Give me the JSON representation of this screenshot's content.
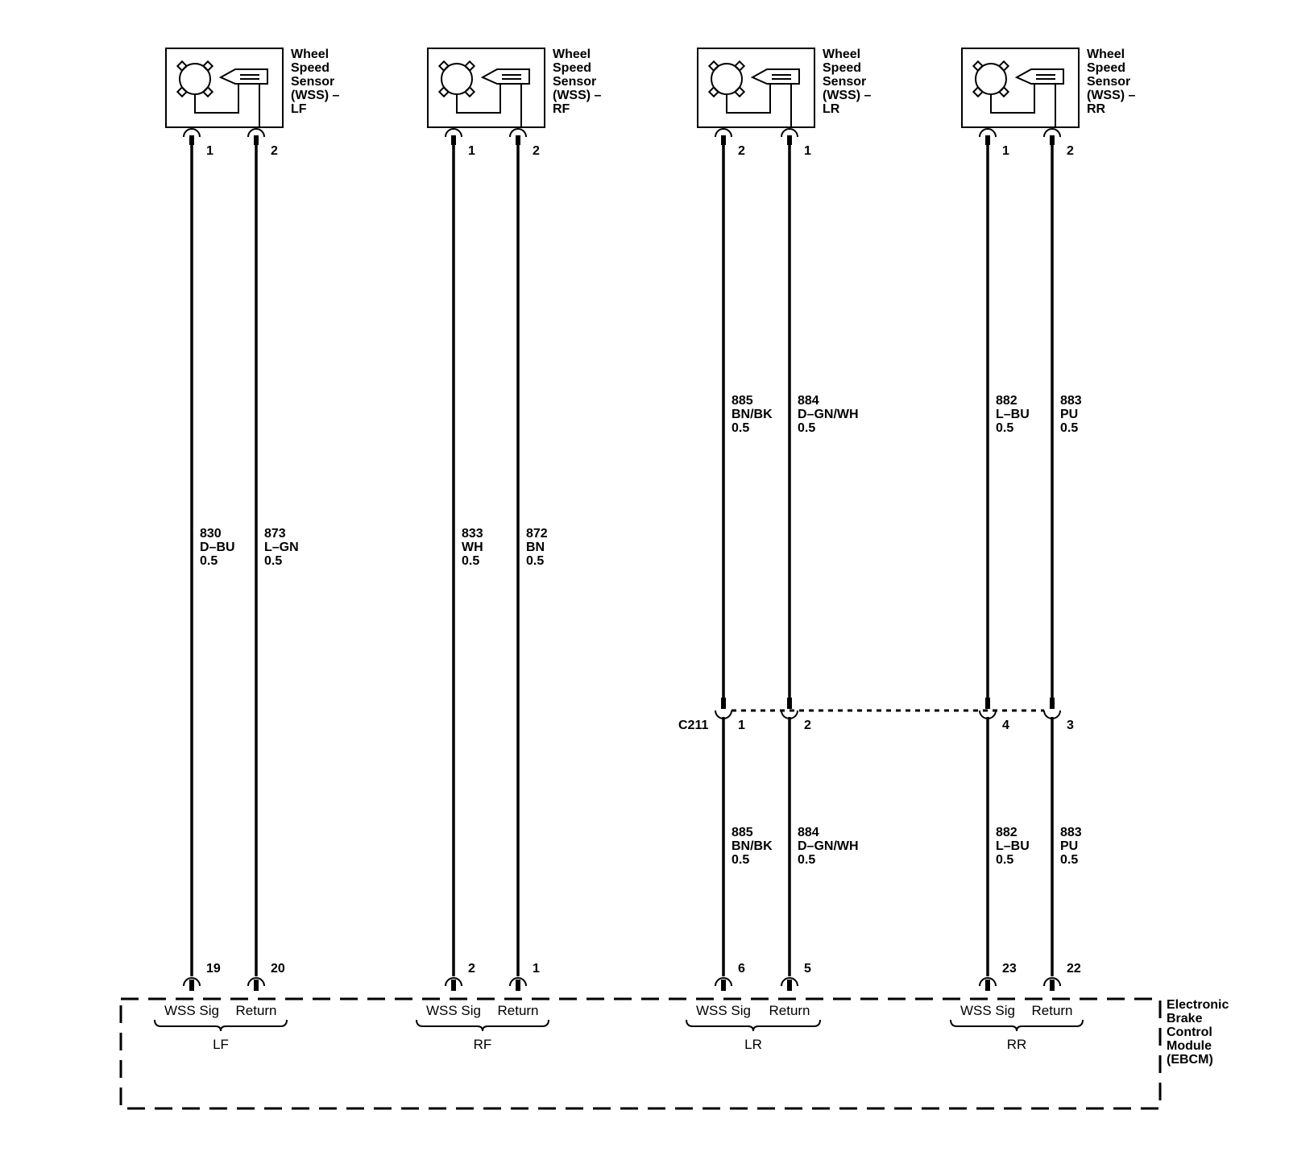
{
  "sensors": [
    {
      "label": [
        "Wheel",
        "Speed",
        "Sensor",
        "(WSS) –",
        "LF"
      ],
      "pins": [
        "1",
        "2"
      ]
    },
    {
      "label": [
        "Wheel",
        "Speed",
        "Sensor",
        "(WSS) –",
        "RF"
      ],
      "pins": [
        "1",
        "2"
      ]
    },
    {
      "label": [
        "Wheel",
        "Speed",
        "Sensor",
        "(WSS) –",
        "LR"
      ],
      "pins": [
        "2",
        "1"
      ]
    },
    {
      "label": [
        "Wheel",
        "Speed",
        "Sensor",
        "(WSS) –",
        "RR"
      ],
      "pins": [
        "1",
        "2"
      ]
    }
  ],
  "wires_long": [
    {
      "circuit": "830",
      "color": "D–BU",
      "size": "0.5"
    },
    {
      "circuit": "873",
      "color": "L–GN",
      "size": "0.5"
    },
    {
      "circuit": "833",
      "color": "WH",
      "size": "0.5"
    },
    {
      "circuit": "872",
      "color": "BN",
      "size": "0.5"
    }
  ],
  "wires_upper": [
    {
      "circuit": "885",
      "color": "BN/BK",
      "size": "0.5"
    },
    {
      "circuit": "884",
      "color": "D–GN/WH",
      "size": "0.5"
    },
    {
      "circuit": "882",
      "color": "L–BU",
      "size": "0.5"
    },
    {
      "circuit": "883",
      "color": "PU",
      "size": "0.5"
    }
  ],
  "wires_lower": [
    {
      "circuit": "885",
      "color": "BN/BK",
      "size": "0.5"
    },
    {
      "circuit": "884",
      "color": "D–GN/WH",
      "size": "0.5"
    },
    {
      "circuit": "882",
      "color": "L–BU",
      "size": "0.5"
    },
    {
      "circuit": "883",
      "color": "PU",
      "size": "0.5"
    }
  ],
  "connector_c211": {
    "name": "C211",
    "pins": [
      "1",
      "2",
      "4",
      "3"
    ]
  },
  "ebcm": {
    "label": [
      "Electronic",
      "Brake",
      "Control",
      "Module",
      "(EBCM)"
    ],
    "pins": [
      "19",
      "20",
      "2",
      "1",
      "6",
      "5",
      "23",
      "22"
    ],
    "groups": [
      {
        "name": "LF",
        "functions": [
          "WSS Sig",
          "Return"
        ]
      },
      {
        "name": "RF",
        "functions": [
          "WSS Sig",
          "Return"
        ]
      },
      {
        "name": "LR",
        "functions": [
          "WSS Sig",
          "Return"
        ]
      },
      {
        "name": "RR",
        "functions": [
          "WSS Sig",
          "Return"
        ]
      }
    ]
  }
}
